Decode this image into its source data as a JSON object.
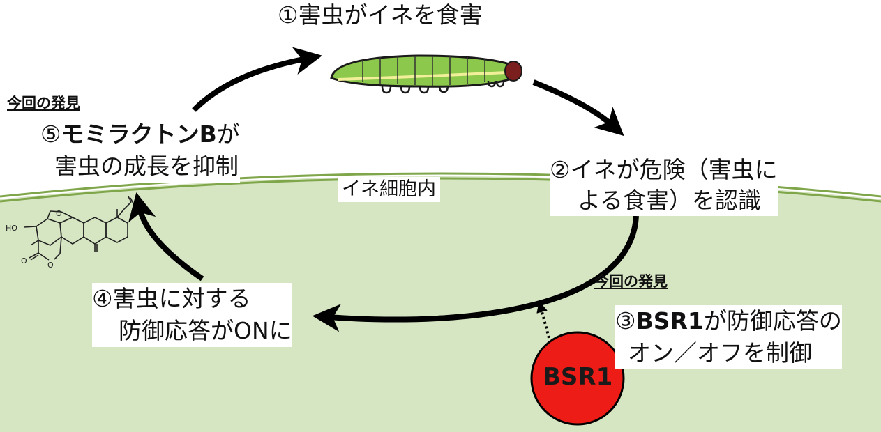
{
  "step1": "①害虫がイネを食害",
  "step2": {
    "line1": "②イネが危険（害虫に",
    "line2": "よる食害）を認識"
  },
  "step3": {
    "header": "今回の発見",
    "num": "③",
    "bold": "BSR1",
    "rest": "が防御応答の",
    "line2": "オン／オフを制御"
  },
  "step4": {
    "line1": "④害虫に対する",
    "line2": "防御応答がONに"
  },
  "step5": {
    "header": "今回の発見",
    "num": "⑤",
    "bold": "モミラクトンB",
    "rest": "が",
    "line2": "害虫の成長を抑制"
  },
  "cell_label": "イネ細胞内",
  "protein_label": "BSR1",
  "molecule": {
    "ho": "HO",
    "o1": "O",
    "o2": "O",
    "o3": "O"
  },
  "colors": {
    "cell": "#d6e5c2",
    "membrane": "#7fa64a",
    "caterpillar": "#8cc84b",
    "caterpillar_head": "#7a1e1e",
    "bsr1": "#ee1c16",
    "arrow": "#000000"
  },
  "icons": {
    "caterpillar": "caterpillar-icon",
    "molecule": "momilactone-b-structure-icon"
  }
}
